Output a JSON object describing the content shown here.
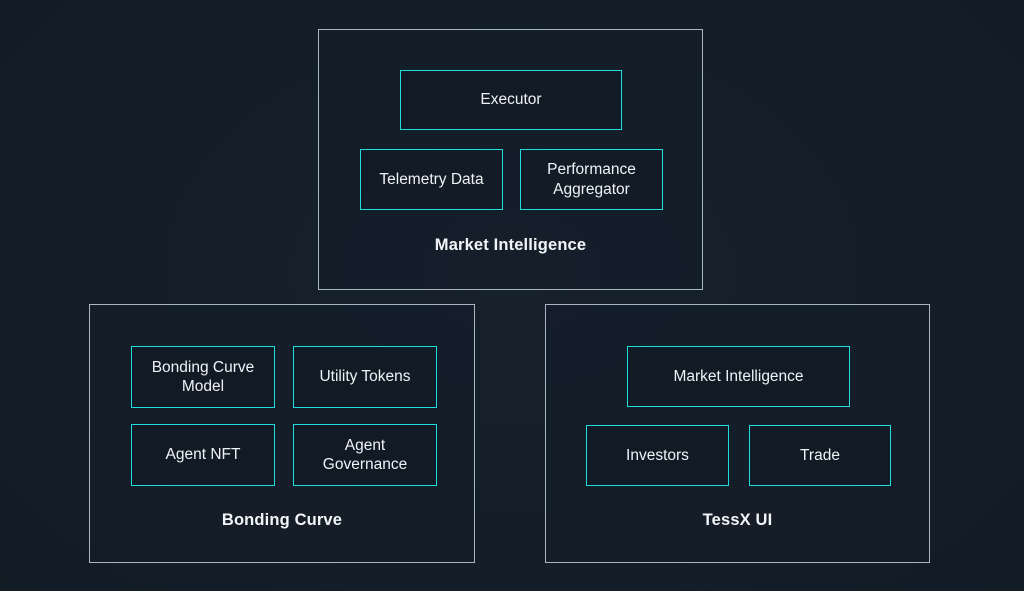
{
  "diagram": {
    "background_color": "#131d27",
    "panel_border_color": "#aab6c4",
    "node_border_color": "#1fdfdc",
    "text_color": "#eef3f7",
    "panels": [
      {
        "id": "market-intelligence",
        "label": "Market Intelligence",
        "nodes": [
          {
            "id": "executor",
            "label": "Executor"
          },
          {
            "id": "telemetry-data",
            "label": "Telemetry Data"
          },
          {
            "id": "performance-aggregator",
            "label": "Performance\nAggregator"
          }
        ]
      },
      {
        "id": "bonding-curve",
        "label": "Bonding Curve",
        "nodes": [
          {
            "id": "bonding-curve-model",
            "label": "Bonding Curve\nModel"
          },
          {
            "id": "utility-tokens",
            "label": "Utility Tokens"
          },
          {
            "id": "agent-nft",
            "label": "Agent NFT"
          },
          {
            "id": "agent-governance",
            "label": "Agent\nGovernance"
          }
        ]
      },
      {
        "id": "tessx-ui",
        "label": "TessX UI",
        "nodes": [
          {
            "id": "market-intelligence-ui",
            "label": "Market Intelligence"
          },
          {
            "id": "investors",
            "label": "Investors"
          },
          {
            "id": "trade",
            "label": "Trade"
          }
        ]
      }
    ]
  }
}
